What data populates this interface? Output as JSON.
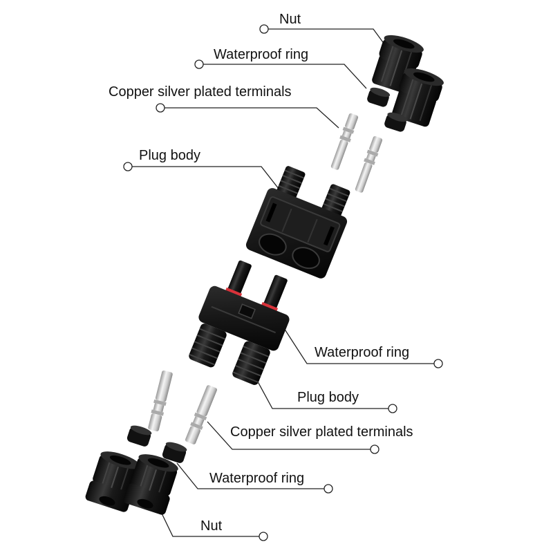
{
  "labels": {
    "nut_top": "Nut",
    "ring_top": "Waterproof ring",
    "terminals_top": "Copper silver plated terminals",
    "plug_top": "Plug body",
    "ring_mid": "Waterproof ring",
    "plug_bottom": "Plug body",
    "terminals_bottom": "Copper silver plated terminals",
    "ring_bottom": "Waterproof ring",
    "nut_bottom": "Nut"
  },
  "colors": {
    "background": "#ffffff",
    "part_black": "#151515",
    "terminal_silver": "#d4d4d4",
    "seal_red": "#d9323a",
    "leader_line": "#222222"
  }
}
